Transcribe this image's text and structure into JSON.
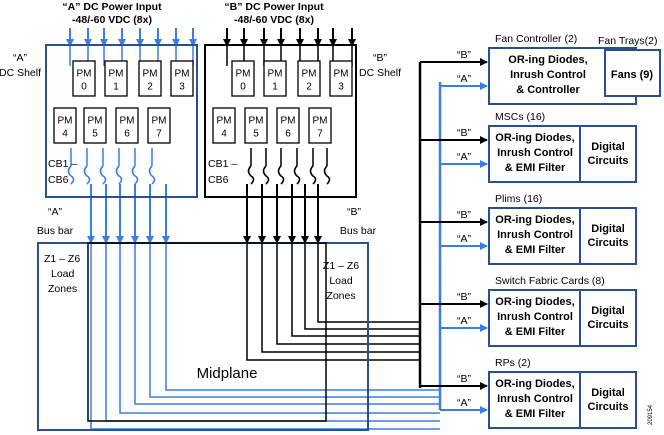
{
  "colors": {
    "a_feed": "#3a7ee0",
    "b_feed": "#000000",
    "box_border": "#2a4f8f"
  },
  "power_inputs": {
    "a_title": "“A” DC Power Input",
    "a_sub": "-48/-60 VDC (8x)",
    "b_title": "“B” DC Power Input",
    "b_sub": "-48/-60 VDC (8x)"
  },
  "shelves": {
    "a_label_line1": "“A”",
    "a_label_line2": "DC Shelf",
    "b_label_line1": "“B”",
    "b_label_line2": "DC Shelf"
  },
  "pms": {
    "a_top": [
      [
        "PM",
        "0"
      ],
      [
        "PM",
        "1"
      ],
      [
        "PM",
        "2"
      ],
      [
        "PM",
        "3"
      ]
    ],
    "a_bottom": [
      [
        "PM",
        "4"
      ],
      [
        "PM",
        "5"
      ],
      [
        "PM",
        "6"
      ],
      [
        "PM",
        "7"
      ]
    ],
    "b_top": [
      [
        "PM",
        "0"
      ],
      [
        "PM",
        "1"
      ],
      [
        "PM",
        "2"
      ],
      [
        "PM",
        "3"
      ]
    ],
    "b_bottom": [
      [
        "PM",
        "4"
      ],
      [
        "PM",
        "5"
      ],
      [
        "PM",
        "6"
      ],
      [
        "PM",
        "7"
      ]
    ]
  },
  "breakers": {
    "a_line1": "CB1 –",
    "a_line2": "CB6",
    "b_line1": "CB1 –",
    "b_line2": "CB6"
  },
  "bus_bars": {
    "a_line1": "“A”",
    "a_line2": "Bus bar",
    "b_line1": "“B”",
    "b_line2": "Bus bar"
  },
  "load_zones": {
    "a": [
      "Z1 – Z6",
      "Load",
      "Zones"
    ],
    "b": [
      "Z1 – Z6",
      "Load",
      "Zones"
    ]
  },
  "midplane": "Midplane",
  "feed_labels": {
    "a": "“A”",
    "b": "“B”"
  },
  "cards": [
    {
      "title": "Fan Controller (2)",
      "lines": [
        "OR-ing Diodes,",
        "Inrush Control",
        "& Controller"
      ]
    },
    {
      "title": "MSCs (16)",
      "lines": [
        "OR-ing Diodes,",
        "Inrush Control",
        "& EMI Filter"
      ],
      "right": [
        "Digital",
        "Circuits"
      ]
    },
    {
      "title": "Plims (16)",
      "lines": [
        "OR-ing Diodes,",
        "Inrush Control",
        "& EMI Filter"
      ],
      "right": [
        "Digital",
        "Circuits"
      ]
    },
    {
      "title": "Switch Fabric Cards (8)",
      "lines": [
        "OR-ing Diodes,",
        "Inrush Control",
        "& EMI Filter"
      ],
      "right": [
        "Digital",
        "Circuits"
      ]
    },
    {
      "title": "RPs (2)",
      "lines": [
        "OR-ing Diodes,",
        "Inrush Control",
        "& EMI Filter"
      ],
      "right": [
        "Digital",
        "Circuits"
      ]
    }
  ],
  "fan_trays": {
    "title": "Fan Trays(2)",
    "label": "Fans (9)"
  },
  "figure_id": "209154"
}
